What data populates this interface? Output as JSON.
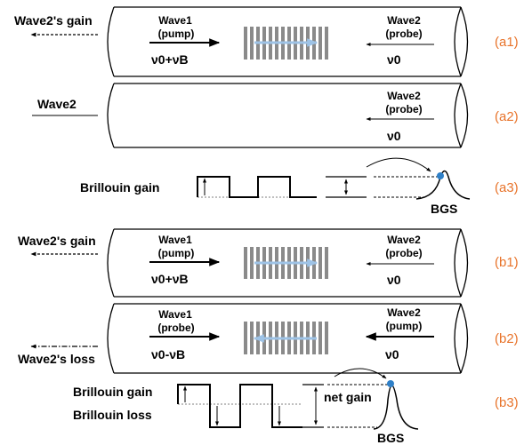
{
  "colors": {
    "line": "#000000",
    "label": "#e8732a",
    "grating": "#8a8a8a",
    "arrow_light": "#9ec3e6",
    "dot": "#2f80c8"
  },
  "rows": {
    "a1": {
      "panel_label": "(a1)",
      "left_label": "Wave2's gain",
      "wave1": {
        "line1": "Wave1",
        "line2": "(pump)",
        "freq": "ν0+νB"
      },
      "wave2": {
        "line1": "Wave2",
        "line2": "(probe)",
        "freq": "ν0"
      }
    },
    "a2": {
      "panel_label": "(a2)",
      "left_label": "Wave2",
      "wave2": {
        "line1": "Wave2",
        "line2": "(probe)",
        "freq": "ν0"
      }
    },
    "a3": {
      "panel_label": "(a3)",
      "gain_label": "Brillouin gain",
      "bgs_label": "BGS"
    },
    "b1": {
      "panel_label": "(b1)",
      "left_label": "Wave2's gain",
      "wave1": {
        "line1": "Wave1",
        "line2": "(pump)",
        "freq": "ν0+νB"
      },
      "wave2": {
        "line1": "Wave2",
        "line2": "(probe)",
        "freq": "ν0"
      }
    },
    "b2": {
      "panel_label": "(b2)",
      "left_label": "Wave2's loss",
      "wave1": {
        "line1": "Wave1",
        "line2": "(probe)",
        "freq": "ν0-νB"
      },
      "wave2": {
        "line1": "Wave2",
        "line2": "(pump)",
        "freq": "ν0"
      }
    },
    "b3": {
      "panel_label": "(b3)",
      "gain_label": "Brillouin gain",
      "loss_label": "Brillouin loss",
      "net_label": "net gain",
      "bgs_label": "BGS"
    }
  }
}
